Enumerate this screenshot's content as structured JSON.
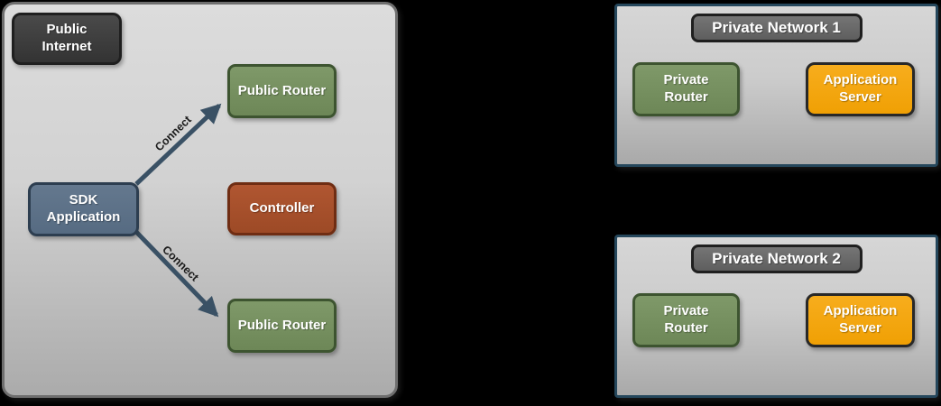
{
  "public_internet_zone": {
    "label": "Public Internet",
    "nodes": {
      "public_router_top": "Public Router",
      "sdk_application": "SDK Application",
      "controller": "Controller",
      "public_router_bottom": "Public Router"
    },
    "connections": {
      "connect_top": "Connect",
      "connect_bottom": "Connect"
    }
  },
  "private_network_1": {
    "title": "Private Network 1",
    "private_router": "Private Router",
    "application_server": "Application Server"
  },
  "private_network_2": {
    "title": "Private Network 2",
    "private_router": "Private Router",
    "application_server": "Application Server"
  },
  "colors": {
    "router_green": "#6d8757",
    "router_green_light": "#7f9969",
    "sdk_blue": "#566b82",
    "controller_red": "#9d4a26",
    "server_orange": "#f0a004",
    "network_border": "#25475c",
    "arrow": "#3a5165",
    "dark_label": "#3a3a3a"
  }
}
